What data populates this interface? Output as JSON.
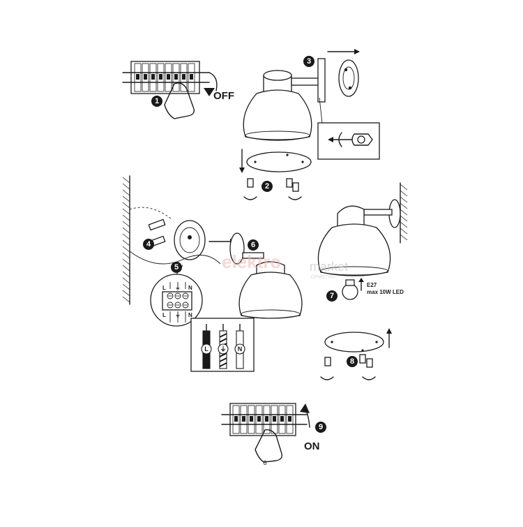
{
  "steps": {
    "s1": {
      "badge": "1",
      "label": "OFF"
    },
    "s2": {
      "badge": "2"
    },
    "s3": {
      "badge": "3"
    },
    "s4": {
      "badge": "4"
    },
    "s5": {
      "badge": "5",
      "terminals": [
        "L",
        "⏚",
        "N"
      ]
    },
    "s6": {
      "badge": "6"
    },
    "s7": {
      "badge": "7",
      "bulb_line1": "E27",
      "bulb_line2": "max 10W LED"
    },
    "s8": {
      "badge": "8"
    },
    "s9": {
      "badge": "9",
      "label": "ON"
    }
  },
  "wires": [
    "L",
    "⏚",
    "N"
  ],
  "watermark": {
    "brand_main": "elektro",
    "brand_suffix": "market",
    "brand_sub": "OPMETRU"
  },
  "page_number": "6",
  "colors": {
    "ink": "#1a1a1a",
    "watermark": "#f2b8b8"
  }
}
